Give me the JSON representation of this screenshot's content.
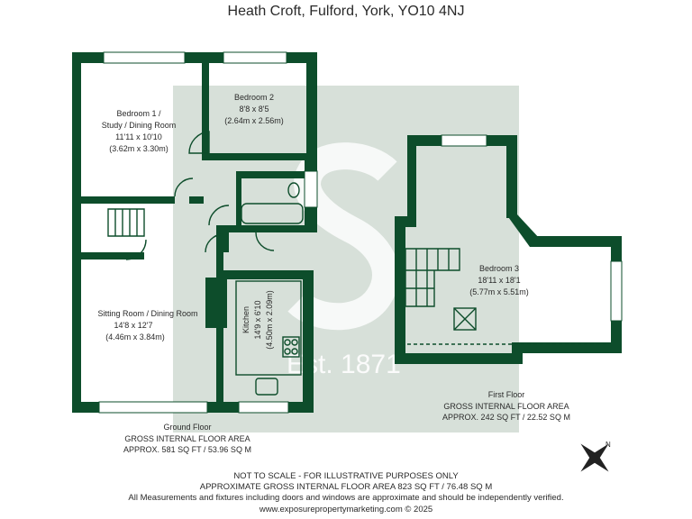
{
  "title": "Heath Croft, Fulford, York, YO10 4NJ",
  "colors": {
    "wall": "#0d4d2b",
    "watermark": "#c9d6cc",
    "text": "#2a2a2a"
  },
  "watermark": {
    "text": "Est. 1871"
  },
  "rooms": {
    "bedroom1": {
      "name1": "Bedroom 1 /",
      "name2": "Study / Dining Room",
      "imperial": "11'11 x 10'10",
      "metric": "(3.62m x 3.30m)"
    },
    "bedroom2": {
      "name": "Bedroom 2",
      "imperial": "8'8 x 8'5",
      "metric": "(2.64m x 2.56m)"
    },
    "sitting": {
      "name": "Sitting Room / Dining Room",
      "imperial": "14'8 x 12'7",
      "metric": "(4.46m x 3.84m)"
    },
    "kitchen": {
      "name": "Kitchen",
      "imperial": "14'9 x 6'10",
      "metric": "(4.50m x 2.09m)"
    },
    "bedroom3": {
      "name": "Bedroom 3",
      "imperial": "18'11 x 18'1",
      "metric": "(5.77m x 5.51m)"
    }
  },
  "ground_floor": {
    "name": "Ground Floor",
    "label": "GROSS INTERNAL FLOOR AREA",
    "area": "APPROX. 581 SQ FT / 53.96 SQ M"
  },
  "first_floor": {
    "name": "First Floor",
    "label": "GROSS INTERNAL FLOOR AREA",
    "area": "APPROX. 242 SQ FT / 22.52 SQ M"
  },
  "compass": {
    "label": "N"
  },
  "footer": {
    "line1": "NOT TO SCALE - FOR ILLUSTRATIVE PURPOSES ONLY",
    "line2": "APPROXIMATE GROSS INTERNAL FLOOR AREA 823 SQ FT / 76.48 SQ M",
    "line3": "All Measurements and fixtures including doors and windows are approximate and should be independently verified.",
    "line4": "www.exposurepropertymarketing.com © 2025"
  }
}
